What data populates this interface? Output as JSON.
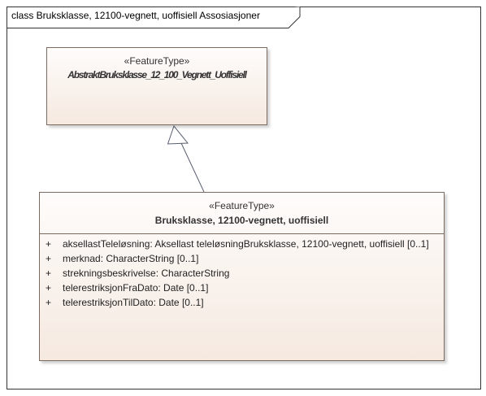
{
  "diagram": {
    "frame_title": "class Bruksklasse, 12100-vegnett, uoffisiell Assosiasjoner",
    "classes": {
      "abstract": {
        "stereotype": "«FeatureType»",
        "name": "AbstraktBruksklasse_12_100_Vegnett_Uoffisiell"
      },
      "concrete": {
        "stereotype": "«FeatureType»",
        "name": "Bruksklasse, 12100-vegnett, uoffisiell",
        "attributes": [
          {
            "visibility": "+",
            "text": "aksellastTeleløsning: Aksellast teleløsningBruksklasse, 12100-vegnett, uoffisiell [0..1]"
          },
          {
            "visibility": "+",
            "text": "merknad: CharacterString [0..1]"
          },
          {
            "visibility": "+",
            "text": "strekningsbeskrivelse: CharacterString"
          },
          {
            "visibility": "+",
            "text": "telerestriksjonFraDato: Date [0..1]"
          },
          {
            "visibility": "+",
            "text": "telerestriksjonTilDato: Date [0..1]"
          }
        ]
      }
    },
    "relationship": "generalization"
  },
  "colors": {
    "border": "#7a6a60",
    "fill_top": "#fefcfb",
    "fill_bottom": "#f5e9e0",
    "connector": "#5a6070"
  }
}
